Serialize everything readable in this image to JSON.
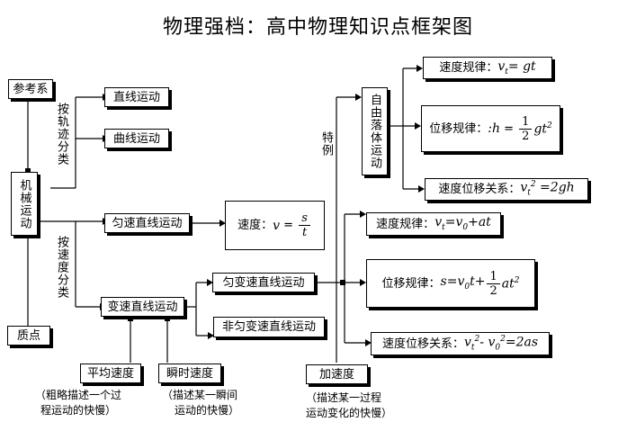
{
  "title": "物理强档：高中物理知识点框架图",
  "nodes": {
    "reference": "参考系",
    "mechanical": "机械运动",
    "particle": "质点",
    "straight": "直线运动",
    "curve": "曲线运动",
    "uniform": "匀速直线运动",
    "variable": "变速直线运动",
    "uniform_accel": "匀变速直线运动",
    "non_uniform_accel": "非匀变速直线运动",
    "avg_speed": "平均速度",
    "inst_speed": "瞬时速度",
    "acceleration": "加速度",
    "freefall": "自由落体运动"
  },
  "labels": {
    "by_trajectory": "按轨迹分类",
    "by_speed": "按速度分类",
    "special_case": "特例"
  },
  "notes": {
    "avg_line1": "（粗略描述一个过",
    "avg_line2": "程运动的快慢）",
    "inst_line1": "（描述某一瞬间",
    "inst_line2": "运动的快慢）",
    "accel_line1": "（描述某一过程",
    "accel_line2": "运动变化的快慢）"
  },
  "formulas": {
    "uniform_prefix": "速度：",
    "ff_velocity_prefix": "速度规律：",
    "ff_displacement_prefix": "位移规律：",
    "ff_relation_prefix": "速度位移关系：",
    "ua_velocity_prefix": "速度规律：",
    "ua_displacement_prefix": "位移规律：",
    "ua_relation_prefix": "速度位移关系："
  }
}
